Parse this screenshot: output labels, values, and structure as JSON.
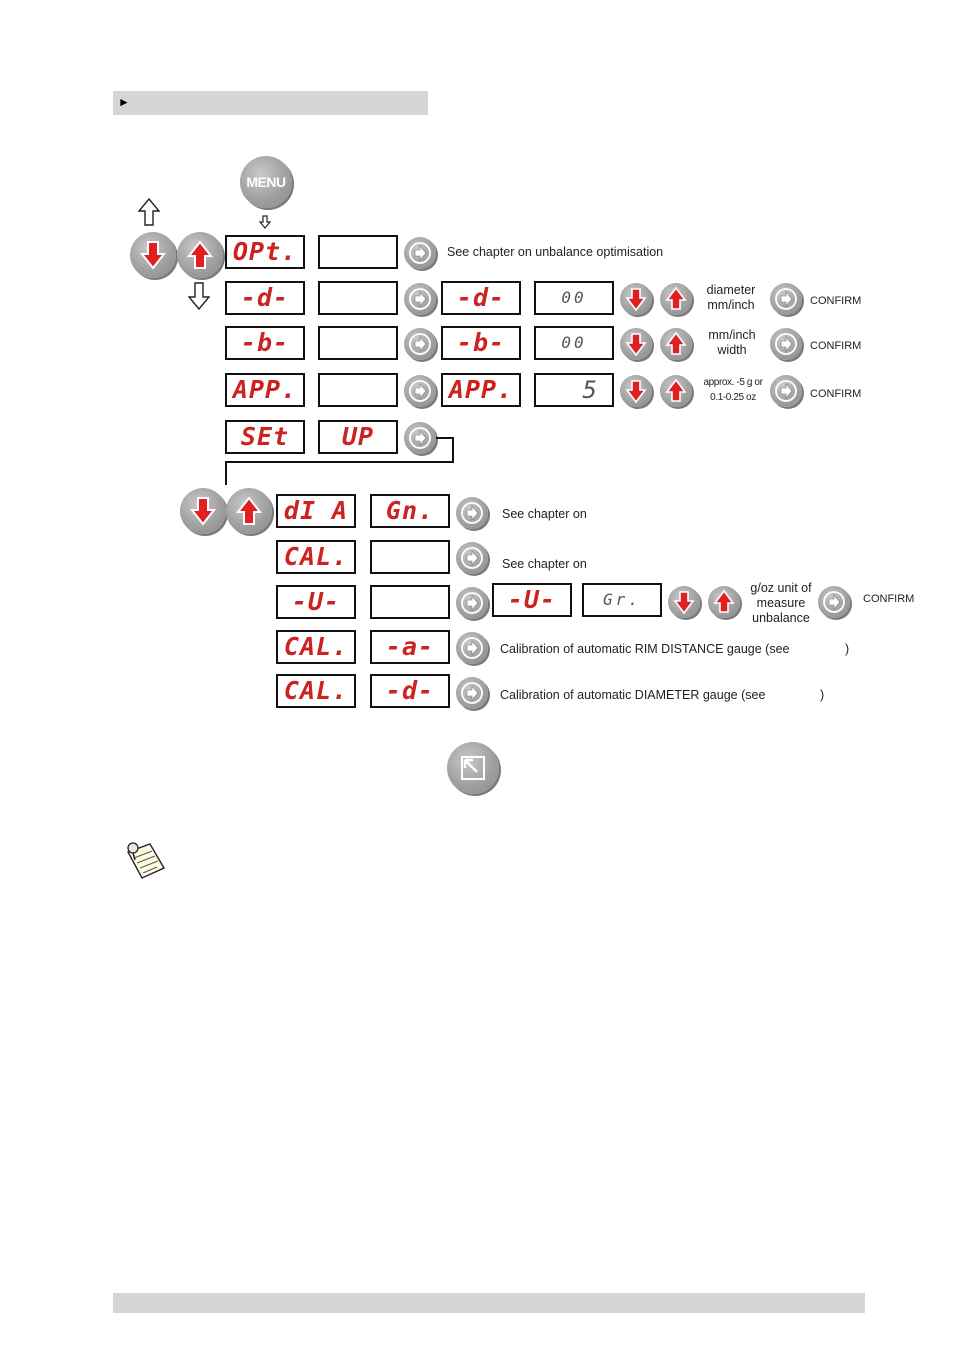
{
  "header": {
    "arrow": "►"
  },
  "menu_button": {
    "label": "MENU"
  },
  "rows": [
    {
      "display1": "OPt.",
      "display2": "",
      "note": "See chapter on unbalance optimisation"
    },
    {
      "display1": "-d-",
      "display2": "",
      "display3": "-d-",
      "display4": "00",
      "label": [
        "diameter",
        "mm/inch"
      ],
      "confirm": "CONFIRM"
    },
    {
      "display1": "-b-",
      "display2": "",
      "display3": "-b-",
      "display4": "00",
      "label": [
        "mm/inch",
        "width"
      ],
      "confirm": "CONFIRM"
    },
    {
      "display1": "APP.",
      "display2": "",
      "display3": "APP.",
      "display4": "5",
      "label": [
        "approx. -5 g or",
        "0.1-0.25 oz"
      ],
      "confirm": "CONFIRM"
    },
    {
      "display1": "SEt",
      "display2": "UP"
    }
  ],
  "setup_rows": [
    {
      "display1": "dI A",
      "display2": "Gn.",
      "note": "See chapter on"
    },
    {
      "display1": "CAL.",
      "display2": "",
      "note": "See chapter on"
    },
    {
      "display1": "-U-",
      "display2": "",
      "display3": "-U-",
      "display4": "Gr.",
      "label": [
        "g/oz unit of",
        "measure",
        "unbalance"
      ],
      "confirm": "CONFIRM"
    },
    {
      "display1": "CAL.",
      "display2": "-a-",
      "note": "Calibration of automatic RIM DISTANCE gauge (see",
      "note_end": ")"
    },
    {
      "display1": "CAL.",
      "display2": "-d-",
      "note": "Calibration of automatic DIAMETER gauge (see",
      "note_end": ")"
    }
  ],
  "icons": {
    "menu": "menu-button-icon",
    "down": "down-arrow-button-icon",
    "up": "up-arrow-button-icon",
    "enter": "enter-button-icon",
    "exit": "exit-button-icon",
    "note": "note-pin-icon"
  },
  "colors": {
    "segment": "#cc2222",
    "button": "#a0a0a0",
    "band": "#d6d6d6"
  }
}
